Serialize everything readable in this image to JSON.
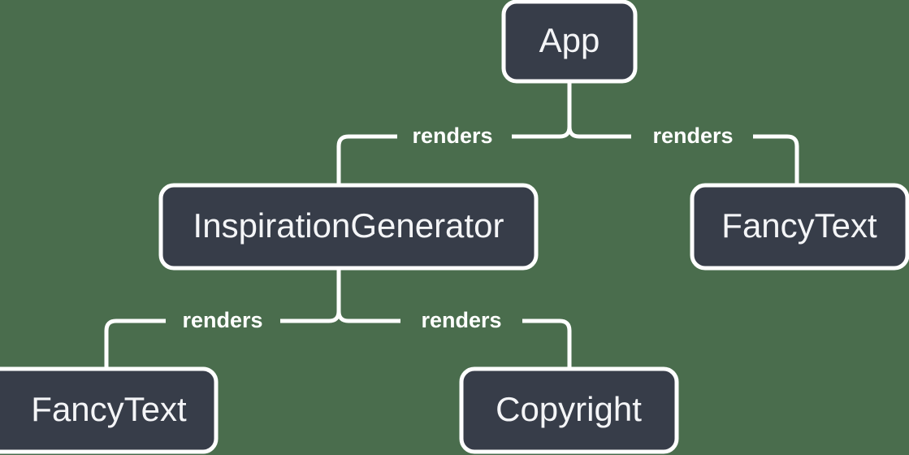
{
  "diagram": {
    "type": "component-tree",
    "background_color": "#4a6d4d",
    "node_fill_color": "#373d49",
    "node_border_color": "#ffffff",
    "node_text_color": "#f4f5f7",
    "edge_color": "#ffffff",
    "nodes": [
      {
        "id": "app",
        "label": "App"
      },
      {
        "id": "inspiration_generator",
        "label": "InspirationGenerator"
      },
      {
        "id": "fancy_text_right",
        "label": "FancyText"
      },
      {
        "id": "fancy_text_bottom",
        "label": "FancyText"
      },
      {
        "id": "copyright",
        "label": "Copyright"
      }
    ],
    "edges": [
      {
        "from": "app",
        "to": "inspiration_generator",
        "label": "renders"
      },
      {
        "from": "app",
        "to": "fancy_text_right",
        "label": "renders"
      },
      {
        "from": "inspiration_generator",
        "to": "fancy_text_bottom",
        "label": "renders"
      },
      {
        "from": "inspiration_generator",
        "to": "copyright",
        "label": "renders"
      }
    ]
  }
}
